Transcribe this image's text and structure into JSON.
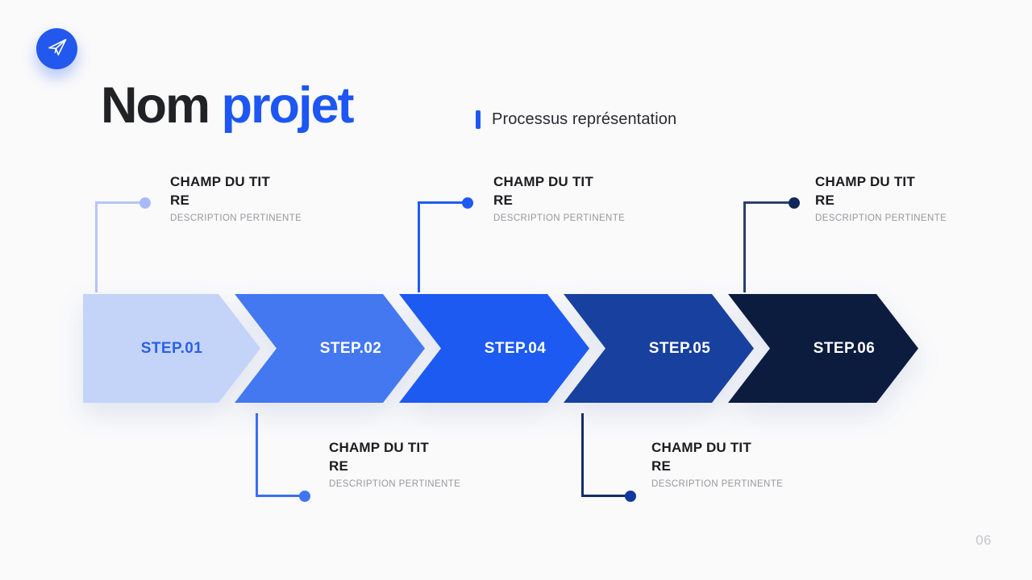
{
  "slide": {
    "background": "#fafafb",
    "page_number": "06"
  },
  "logo": {
    "icon": "paper-plane-icon",
    "circle_color": "#2258ee"
  },
  "header": {
    "title_dark": "Nom ",
    "title_accent": "projet",
    "title_accent_color": "#1d56f3",
    "subtitle": "Processus représentation",
    "subtitle_accent_color": "#1d56f3"
  },
  "process": {
    "steps": [
      {
        "label": "STEP.01",
        "fill": "#c4d3f8",
        "text_color": "#2a5fe8"
      },
      {
        "label": "STEP.02",
        "fill": "#4478f1",
        "text_color": "#ffffff"
      },
      {
        "label": "STEP.04",
        "fill": "#1d5af2",
        "text_color": "#ffffff"
      },
      {
        "label": "STEP.05",
        "fill": "#17409f",
        "text_color": "#ffffff"
      },
      {
        "label": "STEP.06",
        "fill": "#0b1c3f",
        "text_color": "#ffffff"
      }
    ]
  },
  "callouts_top": [
    {
      "title_line1": "CHAMP DU TIT",
      "title_line2": "RE",
      "description": "DESCRIPTION PERTINENTE",
      "line_color": "#b7c5f7",
      "dot_color": "#a9bbf6"
    },
    {
      "title_line1": "CHAMP DU TIT",
      "title_line2": "RE",
      "description": "DESCRIPTION PERTINENTE",
      "line_color": "#1f5cf0",
      "dot_color": "#1d5af2"
    },
    {
      "title_line1": "CHAMP DU TIT",
      "title_line2": "RE",
      "description": "DESCRIPTION PERTINENTE",
      "line_color": "#2c3f6d",
      "dot_color": "#10275c"
    }
  ],
  "callouts_bottom": [
    {
      "title_line1": "CHAMP DU TIT",
      "title_line2": "RE",
      "description": "DESCRIPTION PERTINENTE",
      "line_color": "#3a6ff0",
      "dot_color": "#3f74f2"
    },
    {
      "title_line1": "CHAMP DU TIT",
      "title_line2": "RE",
      "description": "DESCRIPTION PERTINENTE",
      "line_color": "#132e68",
      "dot_color": "#11389f"
    }
  ]
}
